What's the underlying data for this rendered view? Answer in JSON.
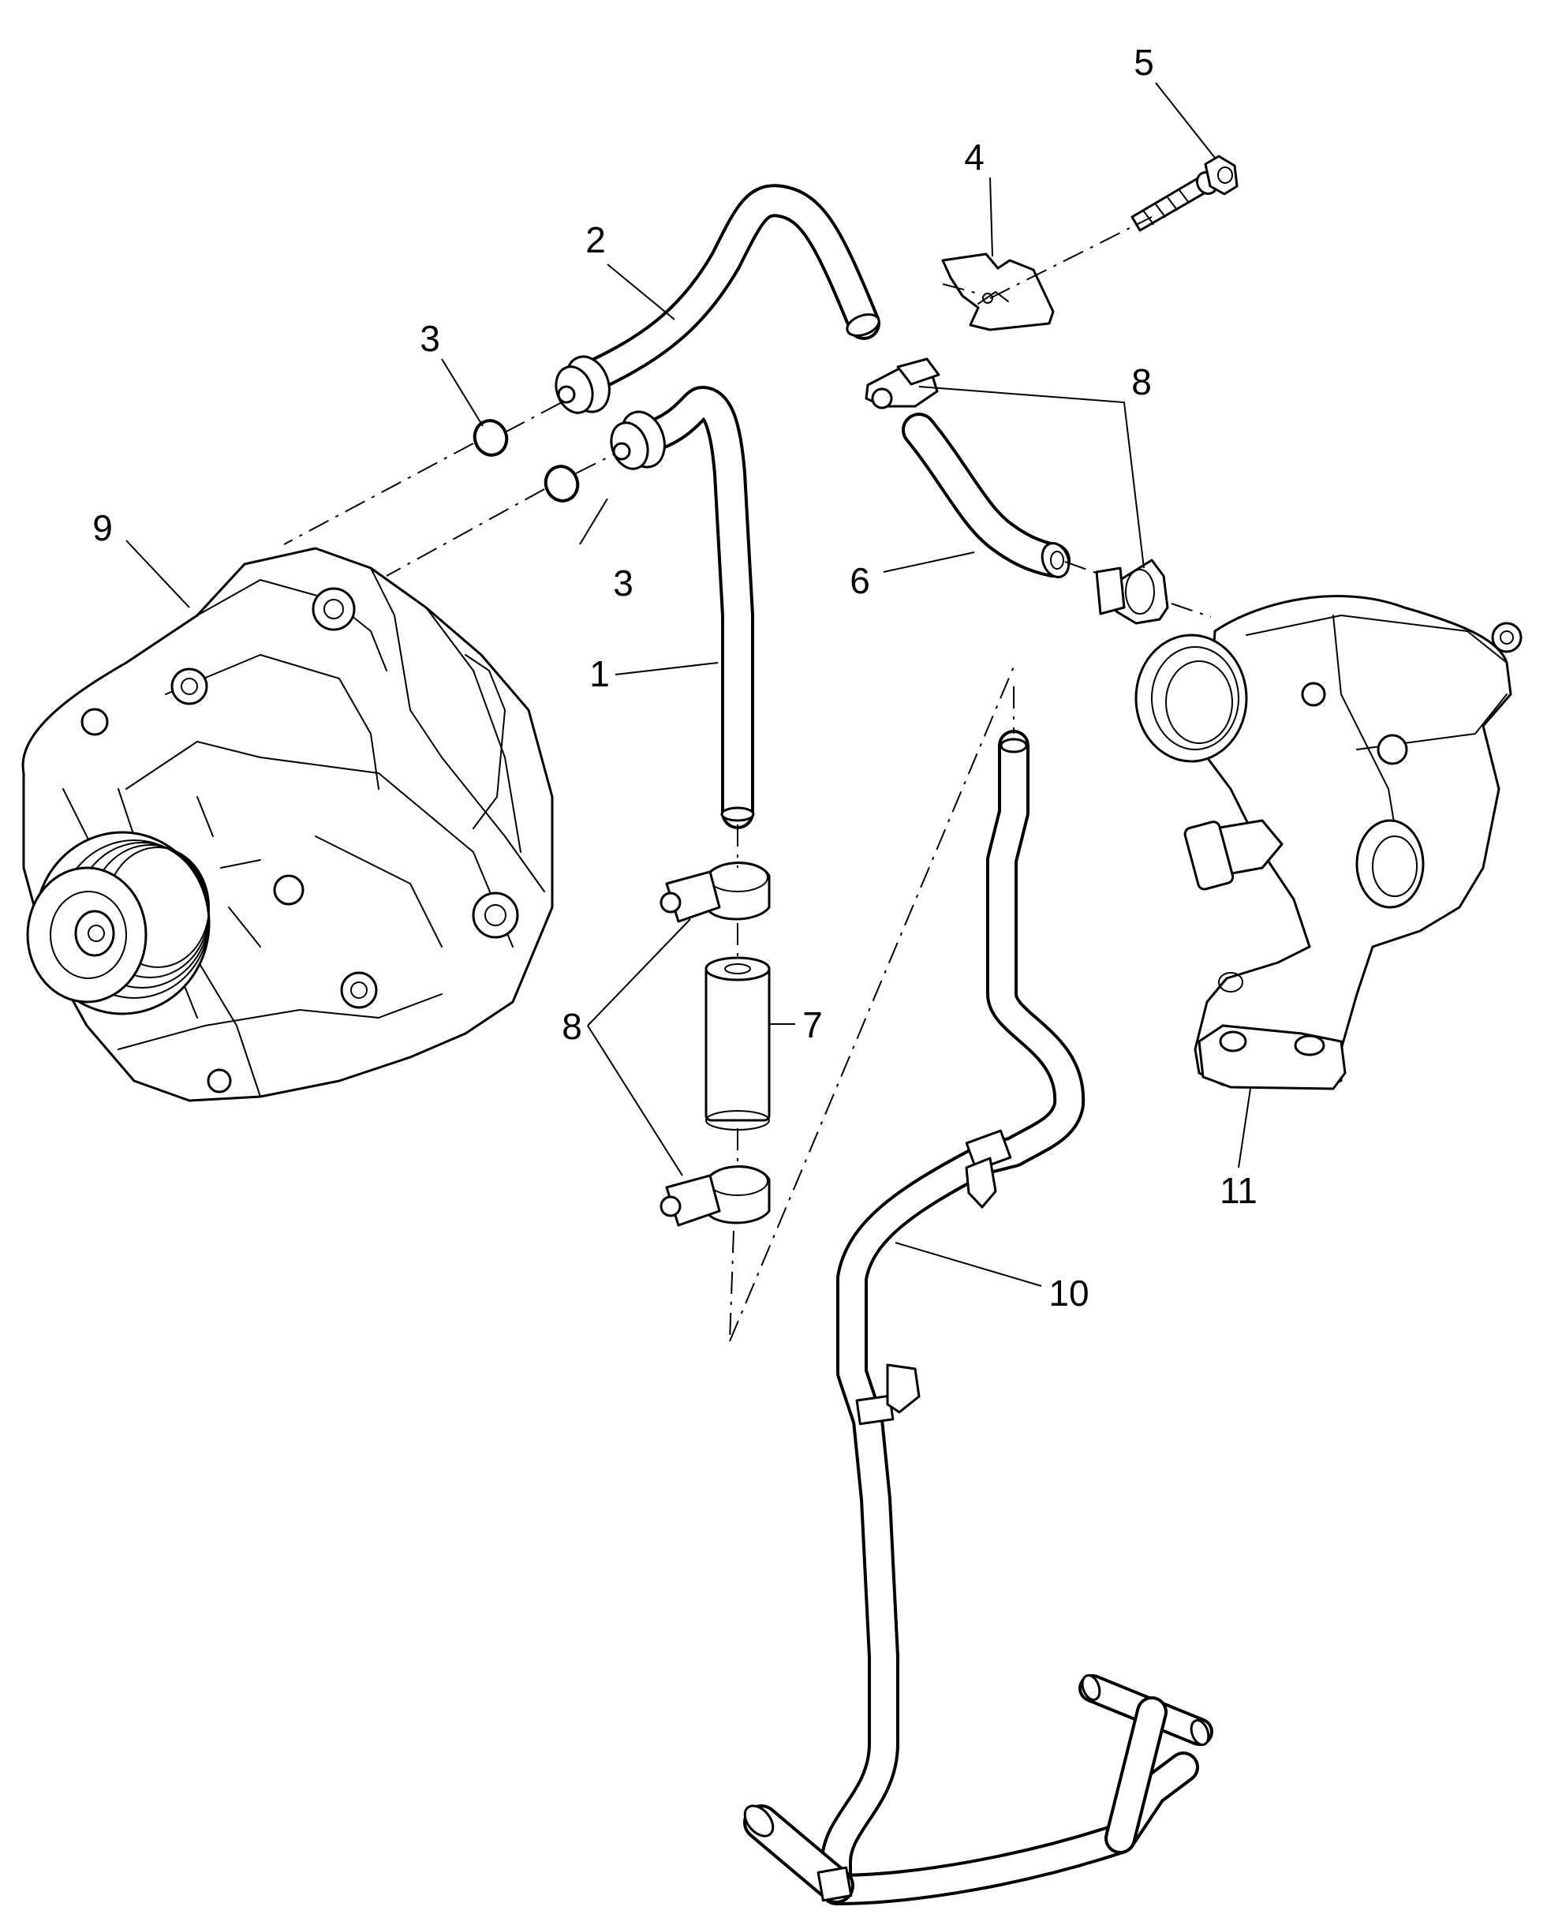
{
  "callouts": {
    "c1": "1",
    "c2": "2",
    "c3a": "3",
    "c3b": "3",
    "c4": "4",
    "c5": "5",
    "c6": "6",
    "c7": "7",
    "c8a": "8",
    "c8b": "8",
    "c9": "9",
    "c10": "10",
    "c11": "11"
  },
  "colors": {
    "line": "#000000",
    "fill": "#ffffff"
  }
}
